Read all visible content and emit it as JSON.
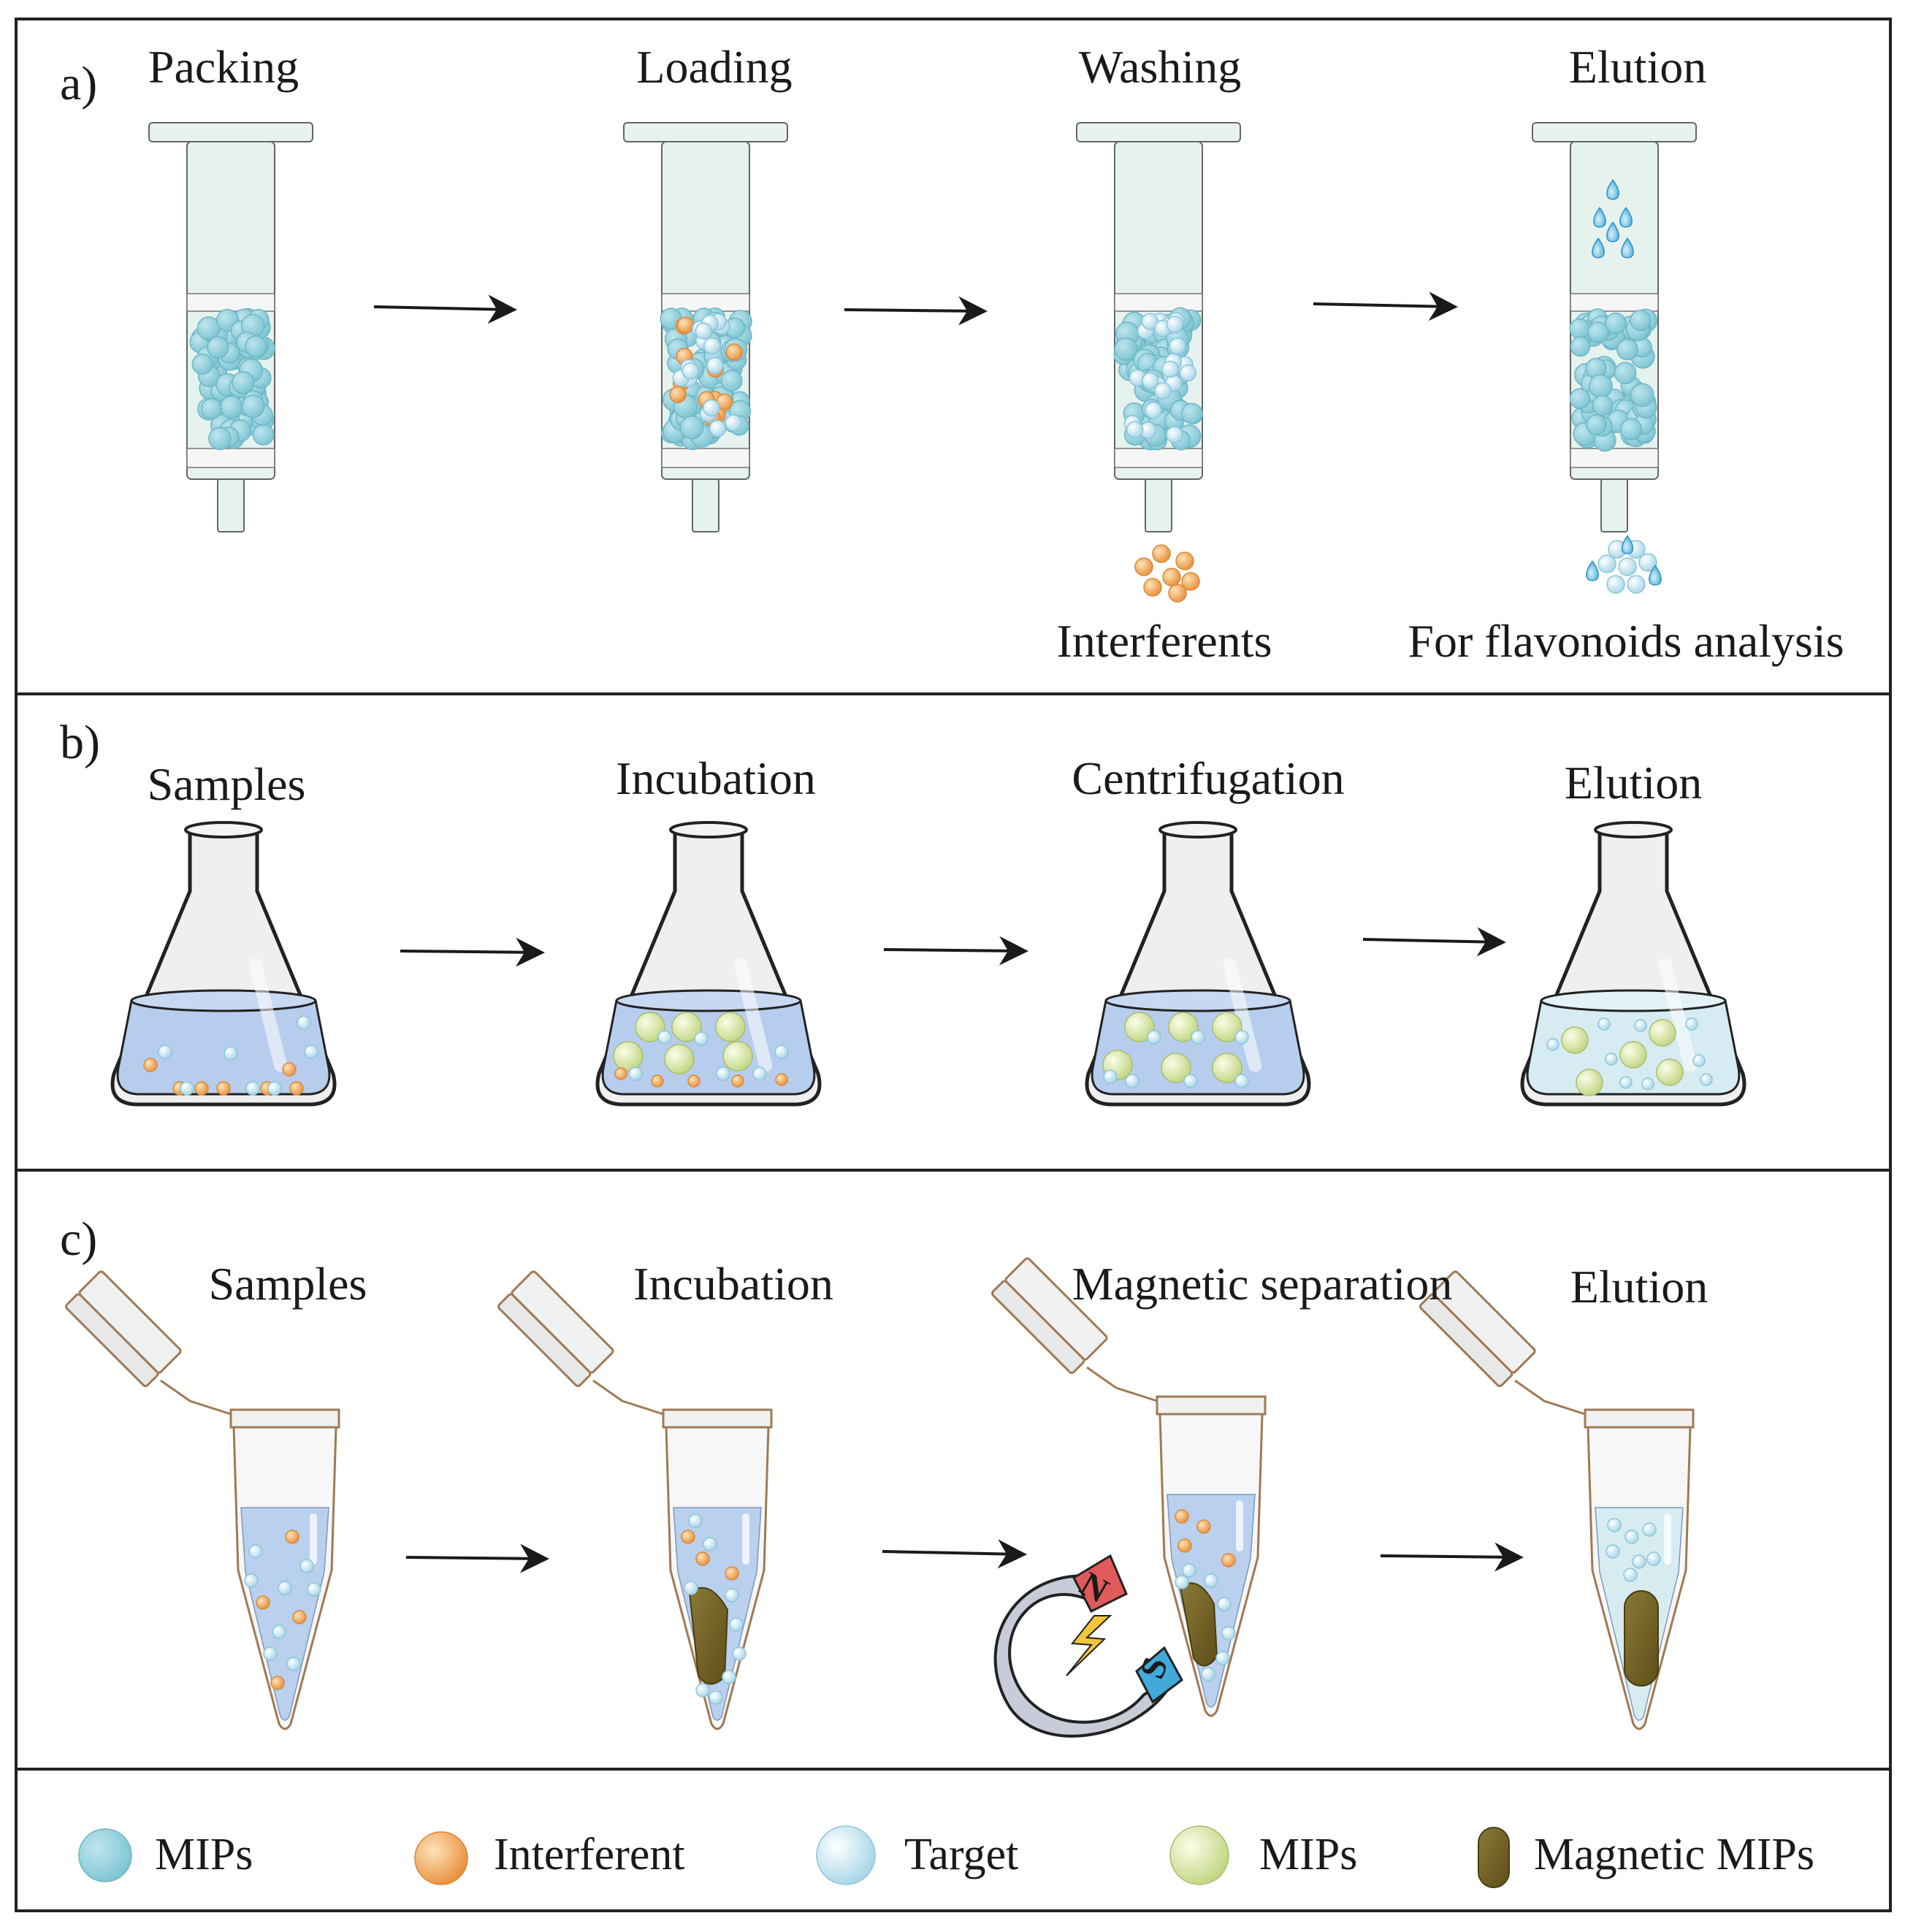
{
  "panel_a": {
    "tag": "a)",
    "steps": [
      "Packing",
      "Loading",
      "Washing",
      "Elution"
    ],
    "outputs": [
      "Interferents",
      "For flavonoids analysis"
    ]
  },
  "panel_b": {
    "tag": "b)",
    "steps": [
      "Samples",
      "Incubation",
      "Centrifugation",
      "Elution"
    ]
  },
  "panel_c": {
    "tag": "c)",
    "steps": [
      "Samples",
      "Incubation",
      "Magnetic separation",
      "Elution"
    ],
    "magnet_poles": [
      "N",
      "S"
    ]
  },
  "legend": [
    {
      "label": "MIPs",
      "icon": "blue-mip-sphere-icon"
    },
    {
      "label": "Interferent",
      "icon": "orange-interferent-sphere-icon"
    },
    {
      "label": "Target",
      "icon": "white-target-sphere-icon"
    },
    {
      "label": "MIPs",
      "icon": "green-mip-sphere-icon"
    },
    {
      "label": "Magnetic MIPs",
      "icon": "magnetic-mip-rod-icon"
    }
  ],
  "colors": {
    "mip_blue": "#8fd0dc",
    "interferent": "#f0a75a",
    "target": "#e4f4fa",
    "mip_green": "#dbe9a6",
    "magnetic": "#7d6a2a",
    "liquid": "#b8d0ee",
    "syringe": "#e6f2ee"
  }
}
